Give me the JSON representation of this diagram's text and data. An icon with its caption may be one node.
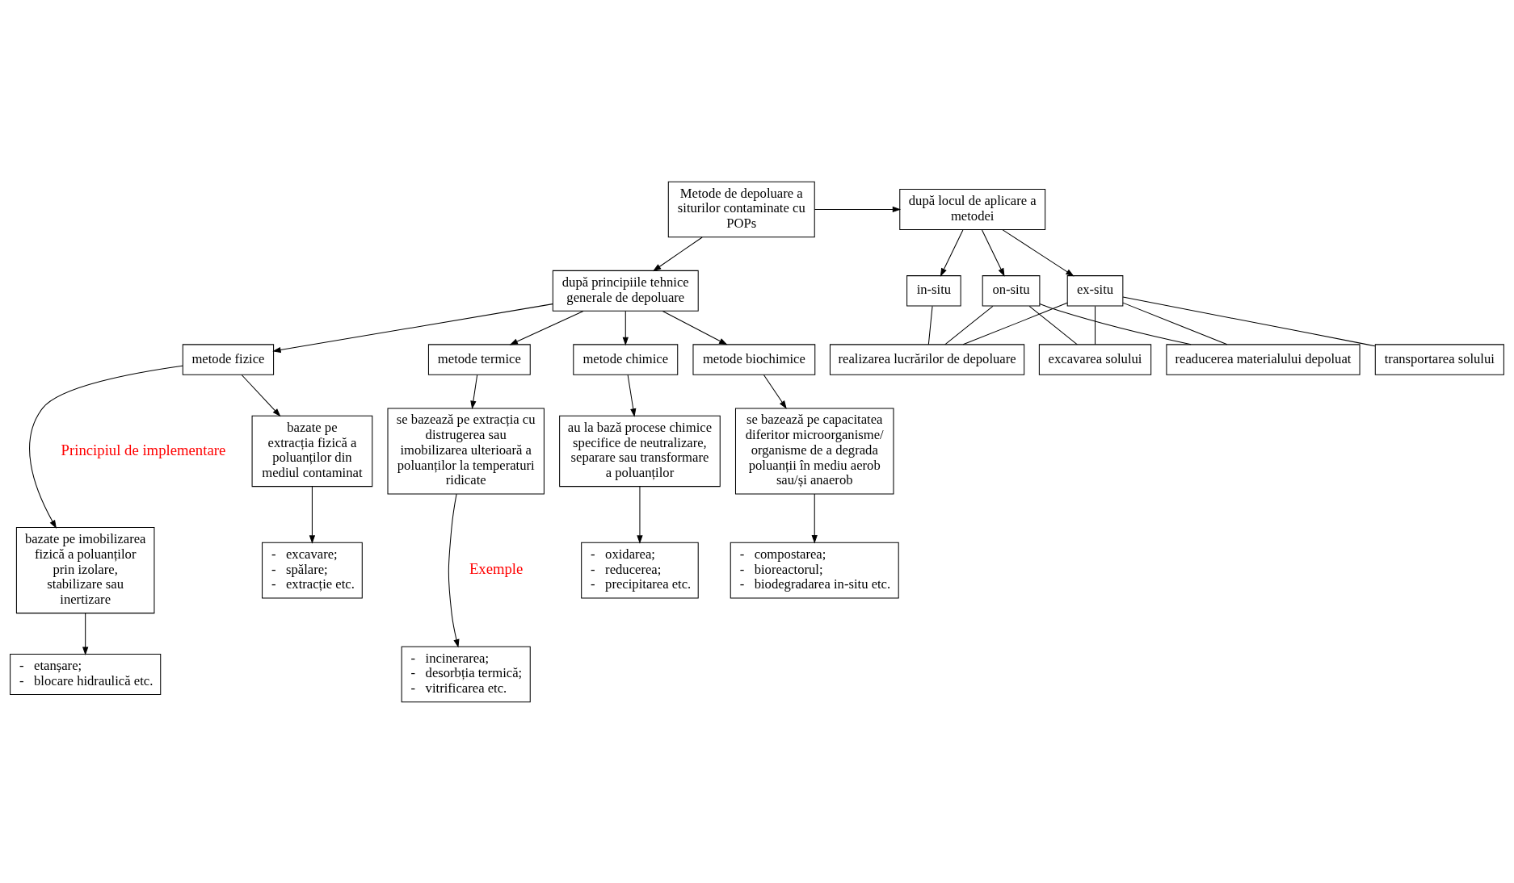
{
  "diagram": {
    "nodes": [
      {
        "text": [
          "Metode de depoluare a siturilor contaminate cu POPs"
        ]
      },
      {
        "text": [
          "după locul de aplicare a metodei"
        ]
      },
      {
        "text": [
          "ex-situ"
        ]
      },
      {
        "text": [
          "on-situ"
        ]
      },
      {
        "text": [
          "in-situ"
        ]
      },
      {
        "text": [
          "excavarea solului"
        ]
      },
      {
        "text": [
          "transportarea solului"
        ]
      },
      {
        "text": [
          "realizarea lucrărilor de depoluare"
        ]
      },
      {
        "text": [
          "readucerea materialului depoluat"
        ]
      },
      {
        "text": [
          "după principiile tehnice generale de depoluare"
        ]
      },
      {
        "text": [
          "metode fizice"
        ]
      },
      {
        "text": [
          "metode termice"
        ]
      },
      {
        "text": [
          "metode chimice"
        ]
      },
      {
        "text": [
          "metode biochimice"
        ]
      },
      {
        "text": [
          "bazate pe imobilizarea fizică a poluanților prin izolare, stabilizare sau inertizare"
        ]
      },
      {
        "text": [
          "bazate pe extracția fizică a poluanților din mediul contaminat"
        ]
      },
      {
        "text": [
          "se bazează pe extracția cu distrugerea sau imobilizarea ulterioară a poluanților la temperaturi ridicate"
        ]
      },
      {
        "text": [
          "au la bază procese chimice specifice de neutralizare, separare sau transformare a poluanților"
        ]
      },
      {
        "text": [
          "se bazează pe capacitatea diferitor microorganisme/ organisme de a degrada poluanții în mediu aerob sau/și anaerob"
        ]
      },
      {
        "text": [
          "-",
          "etanșare;",
          "-",
          "blocare hidraulică etc."
        ]
      },
      {
        "text": [
          "-",
          "excavare;",
          "-",
          "spălare;",
          "-",
          "extracție etc."
        ]
      },
      {
        "text": [
          "-",
          "incinerarea;",
          "-",
          "desorbția termică;",
          "-",
          "vitrificarea etc."
        ]
      },
      {
        "text": [
          "-",
          "oxidarea;",
          "-",
          "reducerea;",
          "-",
          "precipitarea etc."
        ]
      },
      {
        "text": [
          "-",
          "compostarea;",
          "-",
          "bioreactorul;",
          "-",
          "biodegradarea in-situ etc."
        ]
      }
    ],
    "edges": [
      {
        "from": 0,
        "to": 1,
        "arrow": "to"
      },
      {
        "from": 1,
        "to": 2,
        "arrow": "to"
      },
      {
        "from": 1,
        "to": 3,
        "arrow": "to"
      },
      {
        "from": 1,
        "to": 4,
        "arrow": "to"
      },
      {
        "from": 2,
        "to": 5,
        "arrow": "none"
      },
      {
        "from": 2,
        "to": 6,
        "arrow": "none"
      },
      {
        "from": 2,
        "to": 7,
        "arrow": "none"
      },
      {
        "from": 2,
        "to": 8,
        "arrow": "none"
      },
      {
        "from": 3,
        "to": 5,
        "arrow": "none"
      },
      {
        "from": 3,
        "to": 7,
        "arrow": "none"
      },
      {
        "from": 3,
        "to": 8,
        "arrow": "none"
      },
      {
        "from": 4,
        "to": 7,
        "arrow": "none"
      },
      {
        "from": 0,
        "to": 9,
        "arrow": "to"
      },
      {
        "from": 9,
        "to": 10,
        "arrow": "to"
      },
      {
        "from": 9,
        "to": 11,
        "arrow": "to"
      },
      {
        "from": 9,
        "to": 12,
        "arrow": "to"
      },
      {
        "from": 9,
        "to": 13,
        "arrow": "to"
      },
      {
        "from": 10,
        "to": 14,
        "arrow": "to"
      },
      {
        "from": 10,
        "to": 15,
        "arrow": "to"
      },
      {
        "from": 11,
        "to": 16,
        "arrow": "to"
      },
      {
        "from": 12,
        "to": 17,
        "arrow": "to"
      },
      {
        "from": 13,
        "to": 18,
        "arrow": "to"
      },
      {
        "from": 14,
        "to": 19,
        "arrow": "to"
      },
      {
        "from": 15,
        "to": 20,
        "arrow": "to"
      },
      {
        "from": 16,
        "to": 21,
        "arrow": "to"
      },
      {
        "from": 17,
        "to": 22,
        "arrow": "to"
      },
      {
        "from": 18,
        "to": 23,
        "arrow": "to"
      }
    ],
    "labels": [
      "Principiul de implementare",
      "Exemple"
    ]
  }
}
